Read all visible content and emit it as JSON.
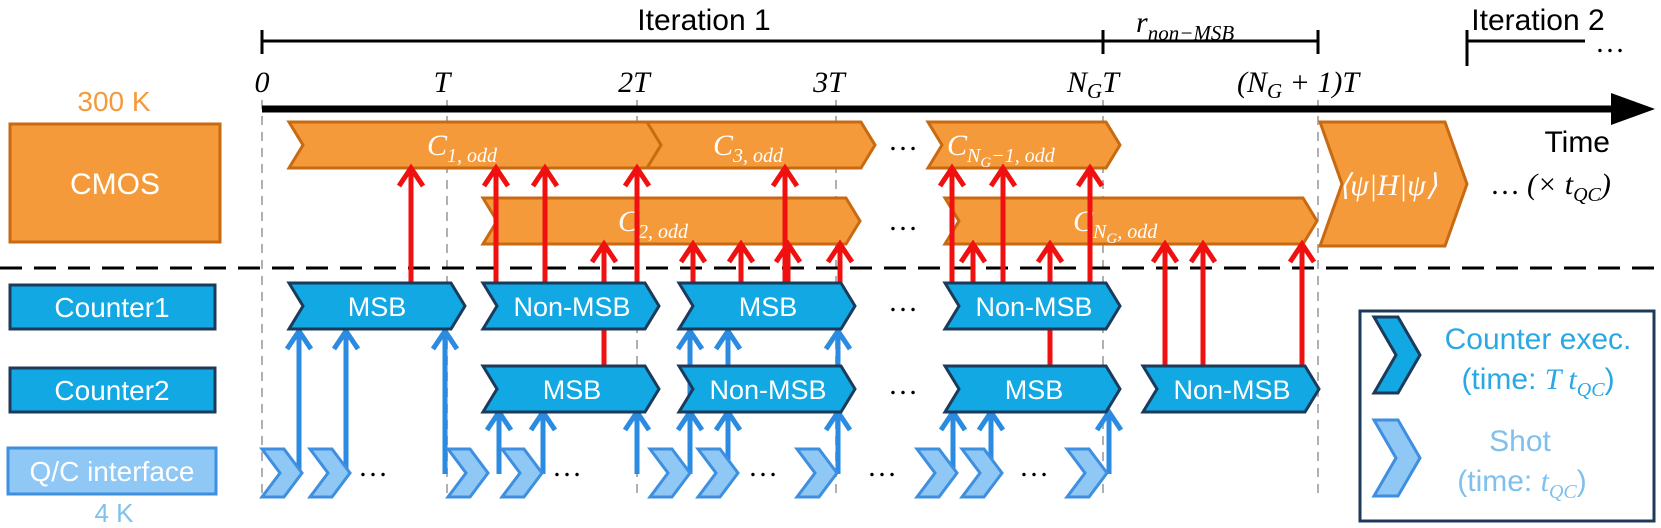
{
  "colors": {
    "orange": "#f59a3a",
    "orange_dark": "#c86a12",
    "orange_text": "#f59a3a",
    "blue": "#11a8e4",
    "blue_dark": "#1c3a5a",
    "shot_blue": "#8fc7f5",
    "shot_edge": "#3e8fe0",
    "red": "#f01010",
    "cyan_text": "#2aa8e4",
    "light_text": "#7fc1ec"
  },
  "axis": {
    "iteration1": "Iteration 1",
    "iteration2": "Iteration 2",
    "iteration2_ellipsis": "…",
    "r_label": "r",
    "r_sub": "non−MSB",
    "ticks": {
      "t0": "0",
      "t1": "T",
      "t2": "2T",
      "t3": "3T",
      "tN_main": "N",
      "tN_sub": "G",
      "tN_tail": "T",
      "tN1_a": "(N",
      "tN1_sub": "G",
      "tN1_b": " + 1)T"
    },
    "time_label": "Time",
    "time_unit_a": "(× t",
    "time_unit_sub": "QC",
    "time_unit_b": ")"
  },
  "rows": {
    "temp_300k": "300 K",
    "temp_4k": "4 K",
    "cmos": "CMOS",
    "counter1": "Counter1",
    "counter2": "Counter2",
    "qc": "Q/C interface"
  },
  "cmos_blocks": {
    "c1_main": "C",
    "c1_sub": "1, odd",
    "c3_main": "C",
    "c3_sub": "3, odd",
    "cng1_main": "C",
    "cng1_sub": "N",
    "cng1_subsub": "G",
    "cng1_tail": "−1, odd",
    "c2_main": "C",
    "c2_sub": "2, odd",
    "cng_main": "C",
    "cng_sub": "N",
    "cng_subsub": "G",
    "cng_tail": ", odd",
    "expect": "⟨ψ|H|ψ⟩",
    "ellipsis": "…"
  },
  "counter_blocks": {
    "c1_b1": "MSB",
    "c1_b2": "Non-MSB",
    "c1_b3": "MSB",
    "c1_b4": "Non-MSB",
    "c2_b1": "MSB",
    "c2_b2": "Non-MSB",
    "c2_b3": "MSB",
    "c2_b4": "Non-MSB",
    "ellipsis": "…"
  },
  "legend": {
    "counter_exec_line1": "Counter exec.",
    "counter_exec_line2a": "(time: ",
    "counter_exec_line2b": "T t",
    "counter_exec_sub": "QC",
    "counter_exec_line2c": ")",
    "shot_line1": "Shot",
    "shot_line2a": "(time: ",
    "shot_line2b": "t",
    "shot_sub": "QC",
    "shot_line2c": ")"
  }
}
